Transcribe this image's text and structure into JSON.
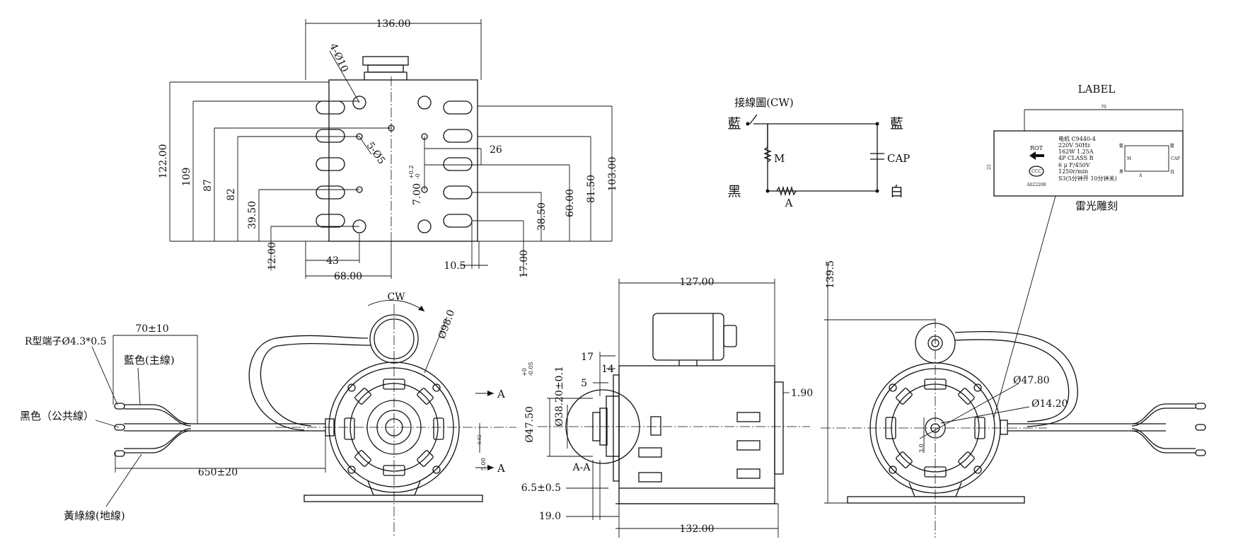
{
  "top_view": {
    "dims": {
      "width_136": "136.00",
      "h_122": "122.00",
      "h_109": "109",
      "h_87": "87",
      "h_82": "82",
      "h_39_50": "39.50",
      "h_12": "12.00",
      "w_43": "43",
      "w_68": "68.00",
      "hole_4": "4-Ø10",
      "hole_5": "5-Ø5",
      "tol_7": "7.00",
      "tol_7_up": "+0.2",
      "tol_7_lo": "-0",
      "w_26": "26",
      "h_38_50": "38.50",
      "h_60": "60.00",
      "h_81_50": "81.50",
      "h_103": "103.00",
      "w_10_5": "10.5",
      "h_17": "17.00"
    }
  },
  "wiring": {
    "title": "接線圖(CW)",
    "blue_left": "藍",
    "blue_right": "藍",
    "black": "黑",
    "white": "白",
    "m": "M",
    "a": "A",
    "cap": "CAP"
  },
  "label_box": {
    "heading": "LABEL",
    "top_dim": "70",
    "side_dim": "25",
    "rot": "ROT",
    "ccc": "CCC",
    "code": "A022208",
    "lines": [
      "电机   C9440-4",
      "220V      50Hz",
      "162W     1.25A",
      "4P   CLASS  B",
      "6 μ F/450V",
      "1250r/min",
      "S3(5分钟开 10分钟关)"
    ],
    "mini_blue_l": "藍",
    "mini_blue_r": "藍",
    "mini_black": "黑",
    "mini_white": "白",
    "mini_m": "M",
    "mini_a": "A",
    "mini_cap": "CAP",
    "caption": "雷光雕刻"
  },
  "front_view": {
    "cw": "CW",
    "dia98": "Ø98.0",
    "terminal": "R型端子Ø4.3*0.5",
    "len70": "70±10",
    "blue_main": "藍色(主線)",
    "black_common": "黑色（公共線）",
    "len650": "650±20",
    "yellow_ground": "黃綠線(地線)",
    "a_top": "A",
    "a_bot": "A",
    "shaft5": "5.00",
    "shaft5_tol": "-0.02"
  },
  "side_view": {
    "w127": "127.00",
    "d47": "Ø47.50",
    "d47_tol": "-0.05",
    "d47_tol_up": "+0",
    "d38": "Ø38.20±0.1",
    "v17": "17",
    "v14": "14",
    "v5": "5",
    "v1_90": "1.90",
    "section": "A-A",
    "v6_5": "6.5±0.5",
    "v19": "19.0",
    "w132": "132.00"
  },
  "rear_view": {
    "h139": "139.5",
    "d47_80": "Ø47.80",
    "d14_20": "Ø14.20",
    "v3": "3.0"
  }
}
